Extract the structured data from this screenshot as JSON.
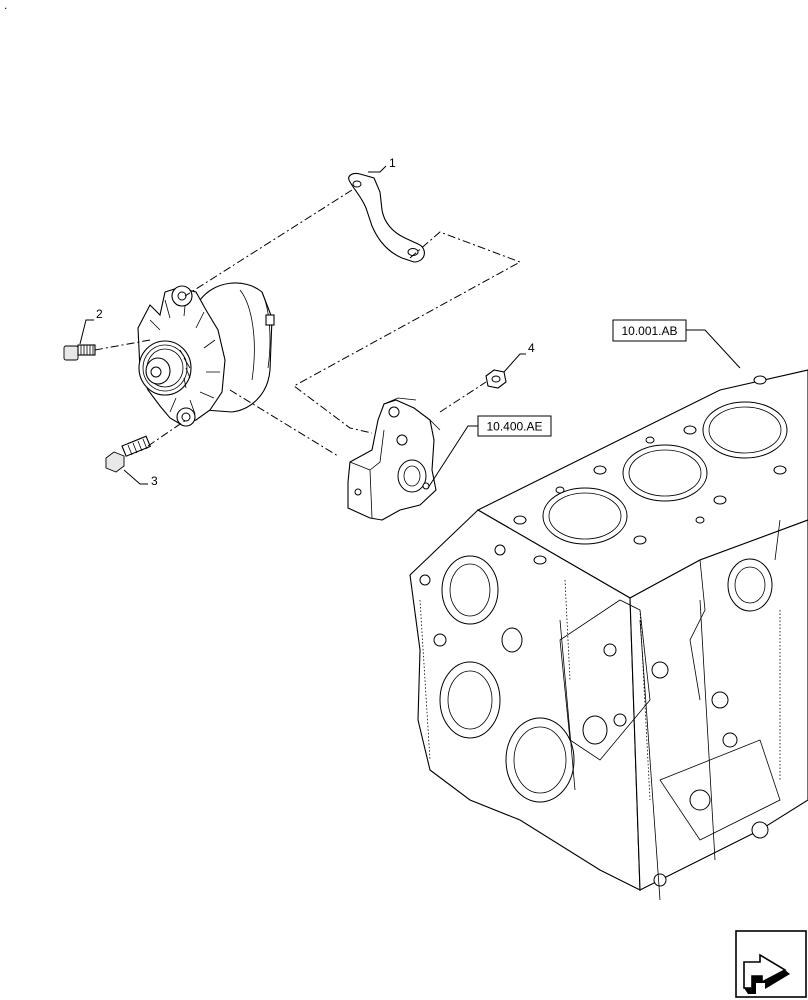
{
  "corner_mark": ".",
  "callouts": {
    "item_1": "1",
    "item_2": "2",
    "item_3": "3",
    "item_4": "4"
  },
  "references": {
    "engine_block": "10.001.AB",
    "alternator_bracket": "10.400.AE"
  },
  "nav_icon": "next-page-arrow-icon"
}
